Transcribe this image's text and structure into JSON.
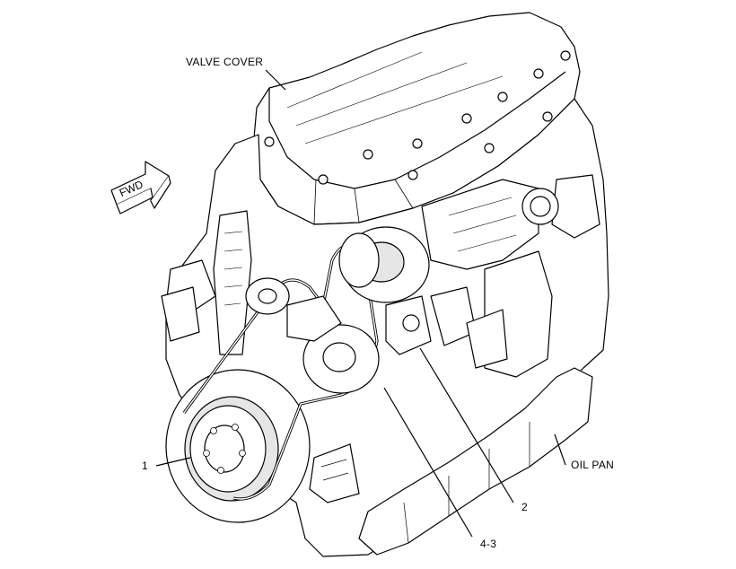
{
  "labels": {
    "valve_cover": "VALVE COVER",
    "oil_pan": "OIL PAN",
    "fwd": "FWD",
    "callout_1": "1",
    "callout_2": "2",
    "callout_43": "4-3"
  },
  "colors": {
    "line": "#000000",
    "fill": "#ffffff",
    "shade": "#d9d9d9"
  }
}
